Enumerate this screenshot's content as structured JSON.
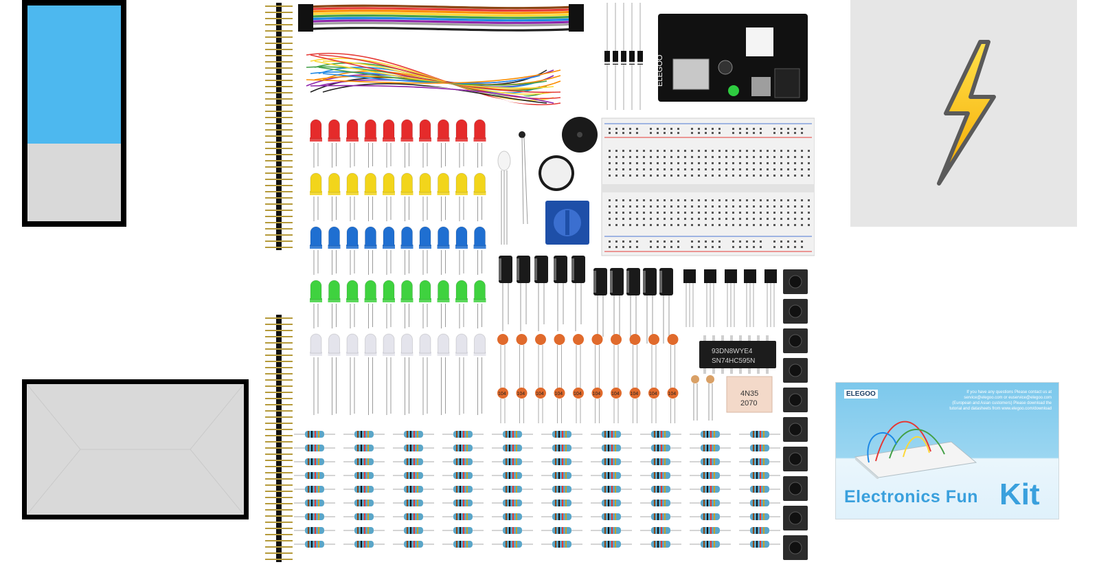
{
  "thumbnails": {
    "battery": {
      "level_fraction": 0.64,
      "fill_color": "#4db8ef",
      "empty_color": "#d9d9d9"
    },
    "power_icon": "lightning-bolt-icon",
    "envelope_icon": "envelope-icon"
  },
  "product_box": {
    "brand": "ELEGOO",
    "info_text": "If you have any questions Please contact us at service@elegoo.com or euservice@elegoo.com (European and Asian customers) Please download the tutorial and datasheets from www.elegoo.com/download",
    "title_a": "Electronics Fun",
    "title_b": "Kit"
  },
  "product": {
    "brand_on_module": "ELEGOO",
    "ic_label_1": "93DN8WYE4",
    "ic_label_2": "SN74HC595N",
    "opto_label_1": "4N35",
    "opto_label_2": "2070",
    "ceramic_cap_label": "104",
    "led_colors": [
      "#e52b2b",
      "#f2d51b",
      "#1f6fd1",
      "#3fd23f",
      "#e4e4ec"
    ],
    "jumper_colors": [
      "#8b4513",
      "#e53935",
      "#fb8c00",
      "#fdd835",
      "#43a047",
      "#1e88e5",
      "#8e24aa",
      "#9e9e9e",
      "#ffffff",
      "#212121"
    ]
  }
}
